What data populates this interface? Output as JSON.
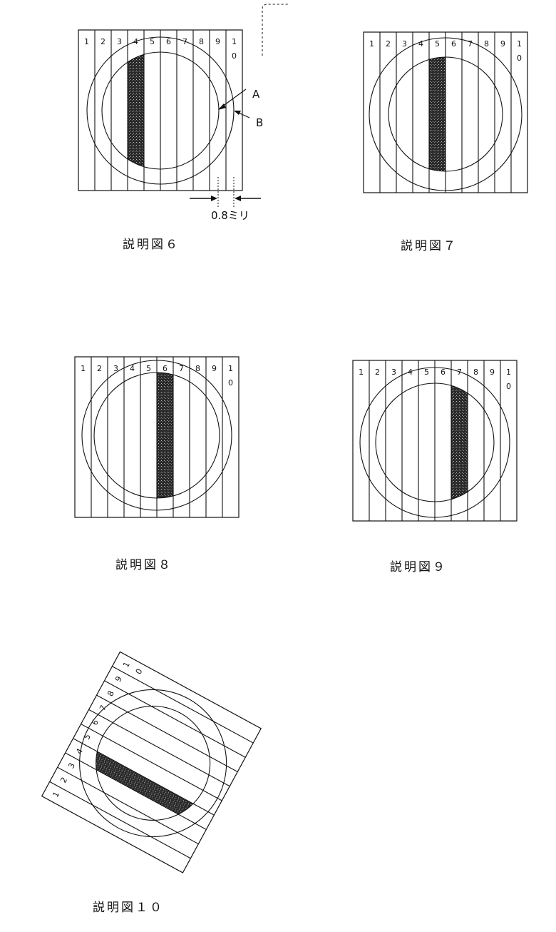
{
  "figures": [
    {
      "id": "fig6",
      "caption": "説明図６",
      "strip_labels": [
        "1",
        "2",
        "3",
        "4",
        "5",
        "6",
        "7",
        "8",
        "9",
        "10"
      ],
      "highlighted_strip": 4,
      "annotations": {
        "circle_a": "A",
        "circle_b": "B",
        "strip_width": "0.8ミリ"
      }
    },
    {
      "id": "fig7",
      "caption": "説明図７",
      "strip_labels": [
        "1",
        "2",
        "3",
        "4",
        "5",
        "6",
        "7",
        "8",
        "9",
        "10"
      ],
      "highlighted_strip": 5
    },
    {
      "id": "fig8",
      "caption": "説明図８",
      "strip_labels": [
        "1",
        "2",
        "3",
        "4",
        "5",
        "6",
        "7",
        "8",
        "9",
        "10"
      ],
      "highlighted_strip": 6
    },
    {
      "id": "fig9",
      "caption": "説明図９",
      "strip_labels": [
        "1",
        "2",
        "3",
        "4",
        "5",
        "6",
        "7",
        "8",
        "9",
        "10"
      ],
      "highlighted_strip": 7
    },
    {
      "id": "fig10",
      "caption": "説明図１０",
      "strip_labels": [
        "1",
        "2",
        "3",
        "4",
        "5",
        "6",
        "7",
        "8",
        "9",
        "10"
      ],
      "highlighted_strip": 4
    }
  ],
  "colors": {
    "ink": "#111111",
    "shade": "#3a3a3a"
  }
}
